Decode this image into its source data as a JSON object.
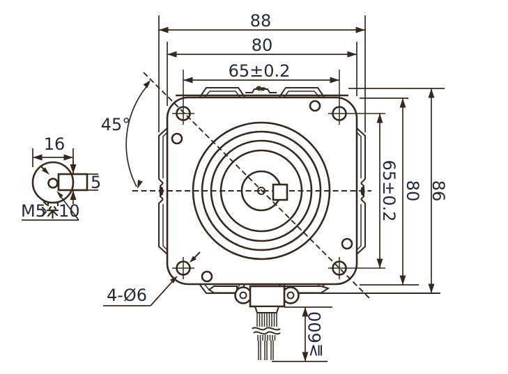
{
  "drawing_title": "motor-outline-dimension-drawing",
  "colors": {
    "line": "#35291f",
    "text": "#232a3a",
    "background": "#ffffff"
  },
  "views": {
    "shaft_detail": {
      "dim_boss_diameter": "16",
      "dim_flat_height": "5",
      "thread_prefix": "M5",
      "thread_kanji": "深",
      "thread_suffix": "10",
      "thread_full_note": "M5深10"
    },
    "front": {
      "dim_width_overall": "88",
      "dim_width_body": "80",
      "dim_width_hole_span": "65±0.2",
      "dim_height_hole_span": "65±0.2",
      "dim_height_body": "80",
      "dim_height_overall": "86",
      "angle_note": "45°",
      "mounting_holes_note": "4-Ø6",
      "lead_wire_length": "≧600"
    }
  }
}
